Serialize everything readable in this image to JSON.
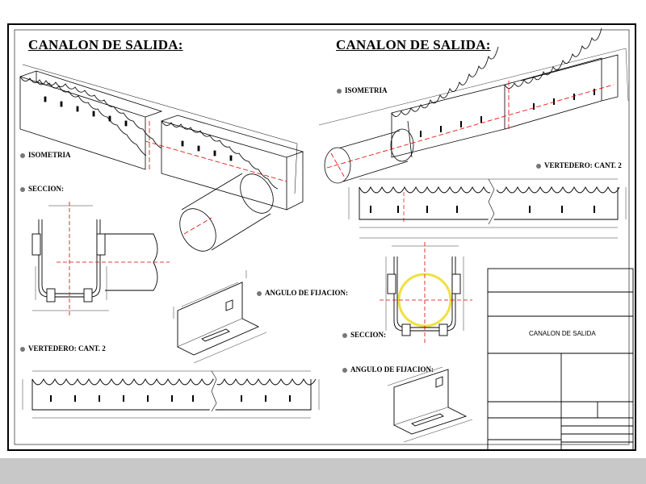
{
  "sheet": {
    "title_left": "CANALON DE SALIDA:",
    "title_right": "CANALON DE SALIDA:"
  },
  "labels": {
    "isometria_left": "ISOMETRIA",
    "seccion_left": "SECCION:",
    "vertedero_left": "VERTEDERO: CANT. 2",
    "angulo_left": "ANGULO DE FIJACION:",
    "isometria_right": "ISOMETRIA",
    "vertedero_right": "VERTEDERO: CANT. 2",
    "seccion_right": "SECCION:",
    "angulo_right": "ANGULO DE FIJACION:"
  },
  "title_block": {
    "drawing_name": "CANALON DE SALIDA"
  },
  "colors": {
    "sheet": "#ffffff",
    "frame": "#000000",
    "centerline": "#e00000",
    "highlight_circle": "#f0e040",
    "background": "#c8c8c8"
  }
}
